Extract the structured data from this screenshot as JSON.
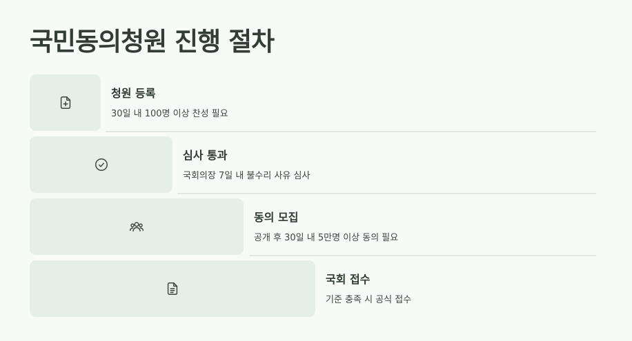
{
  "page": {
    "title": "국민동의청원 진행 절차"
  },
  "steps": [
    {
      "title": "청원 등록",
      "desc": "30일 내 100명 이상 찬성 필요",
      "icon": "file-plus-icon"
    },
    {
      "title": "심사 통과",
      "desc": "국회의장 7일 내 불수리 사유 심사",
      "icon": "check-circle-icon"
    },
    {
      "title": "동의 모집",
      "desc": "공개 후 30일 내 5만명 이상 동의 필요",
      "icon": "users-icon"
    },
    {
      "title": "국회 접수",
      "desc": "기준 충족 시 공식 접수",
      "icon": "file-text-icon"
    }
  ],
  "colors": {
    "background": "#f7fbf7",
    "box": "#e6efe7",
    "text": "#2f3a33",
    "divider": "#e3e6e3"
  }
}
